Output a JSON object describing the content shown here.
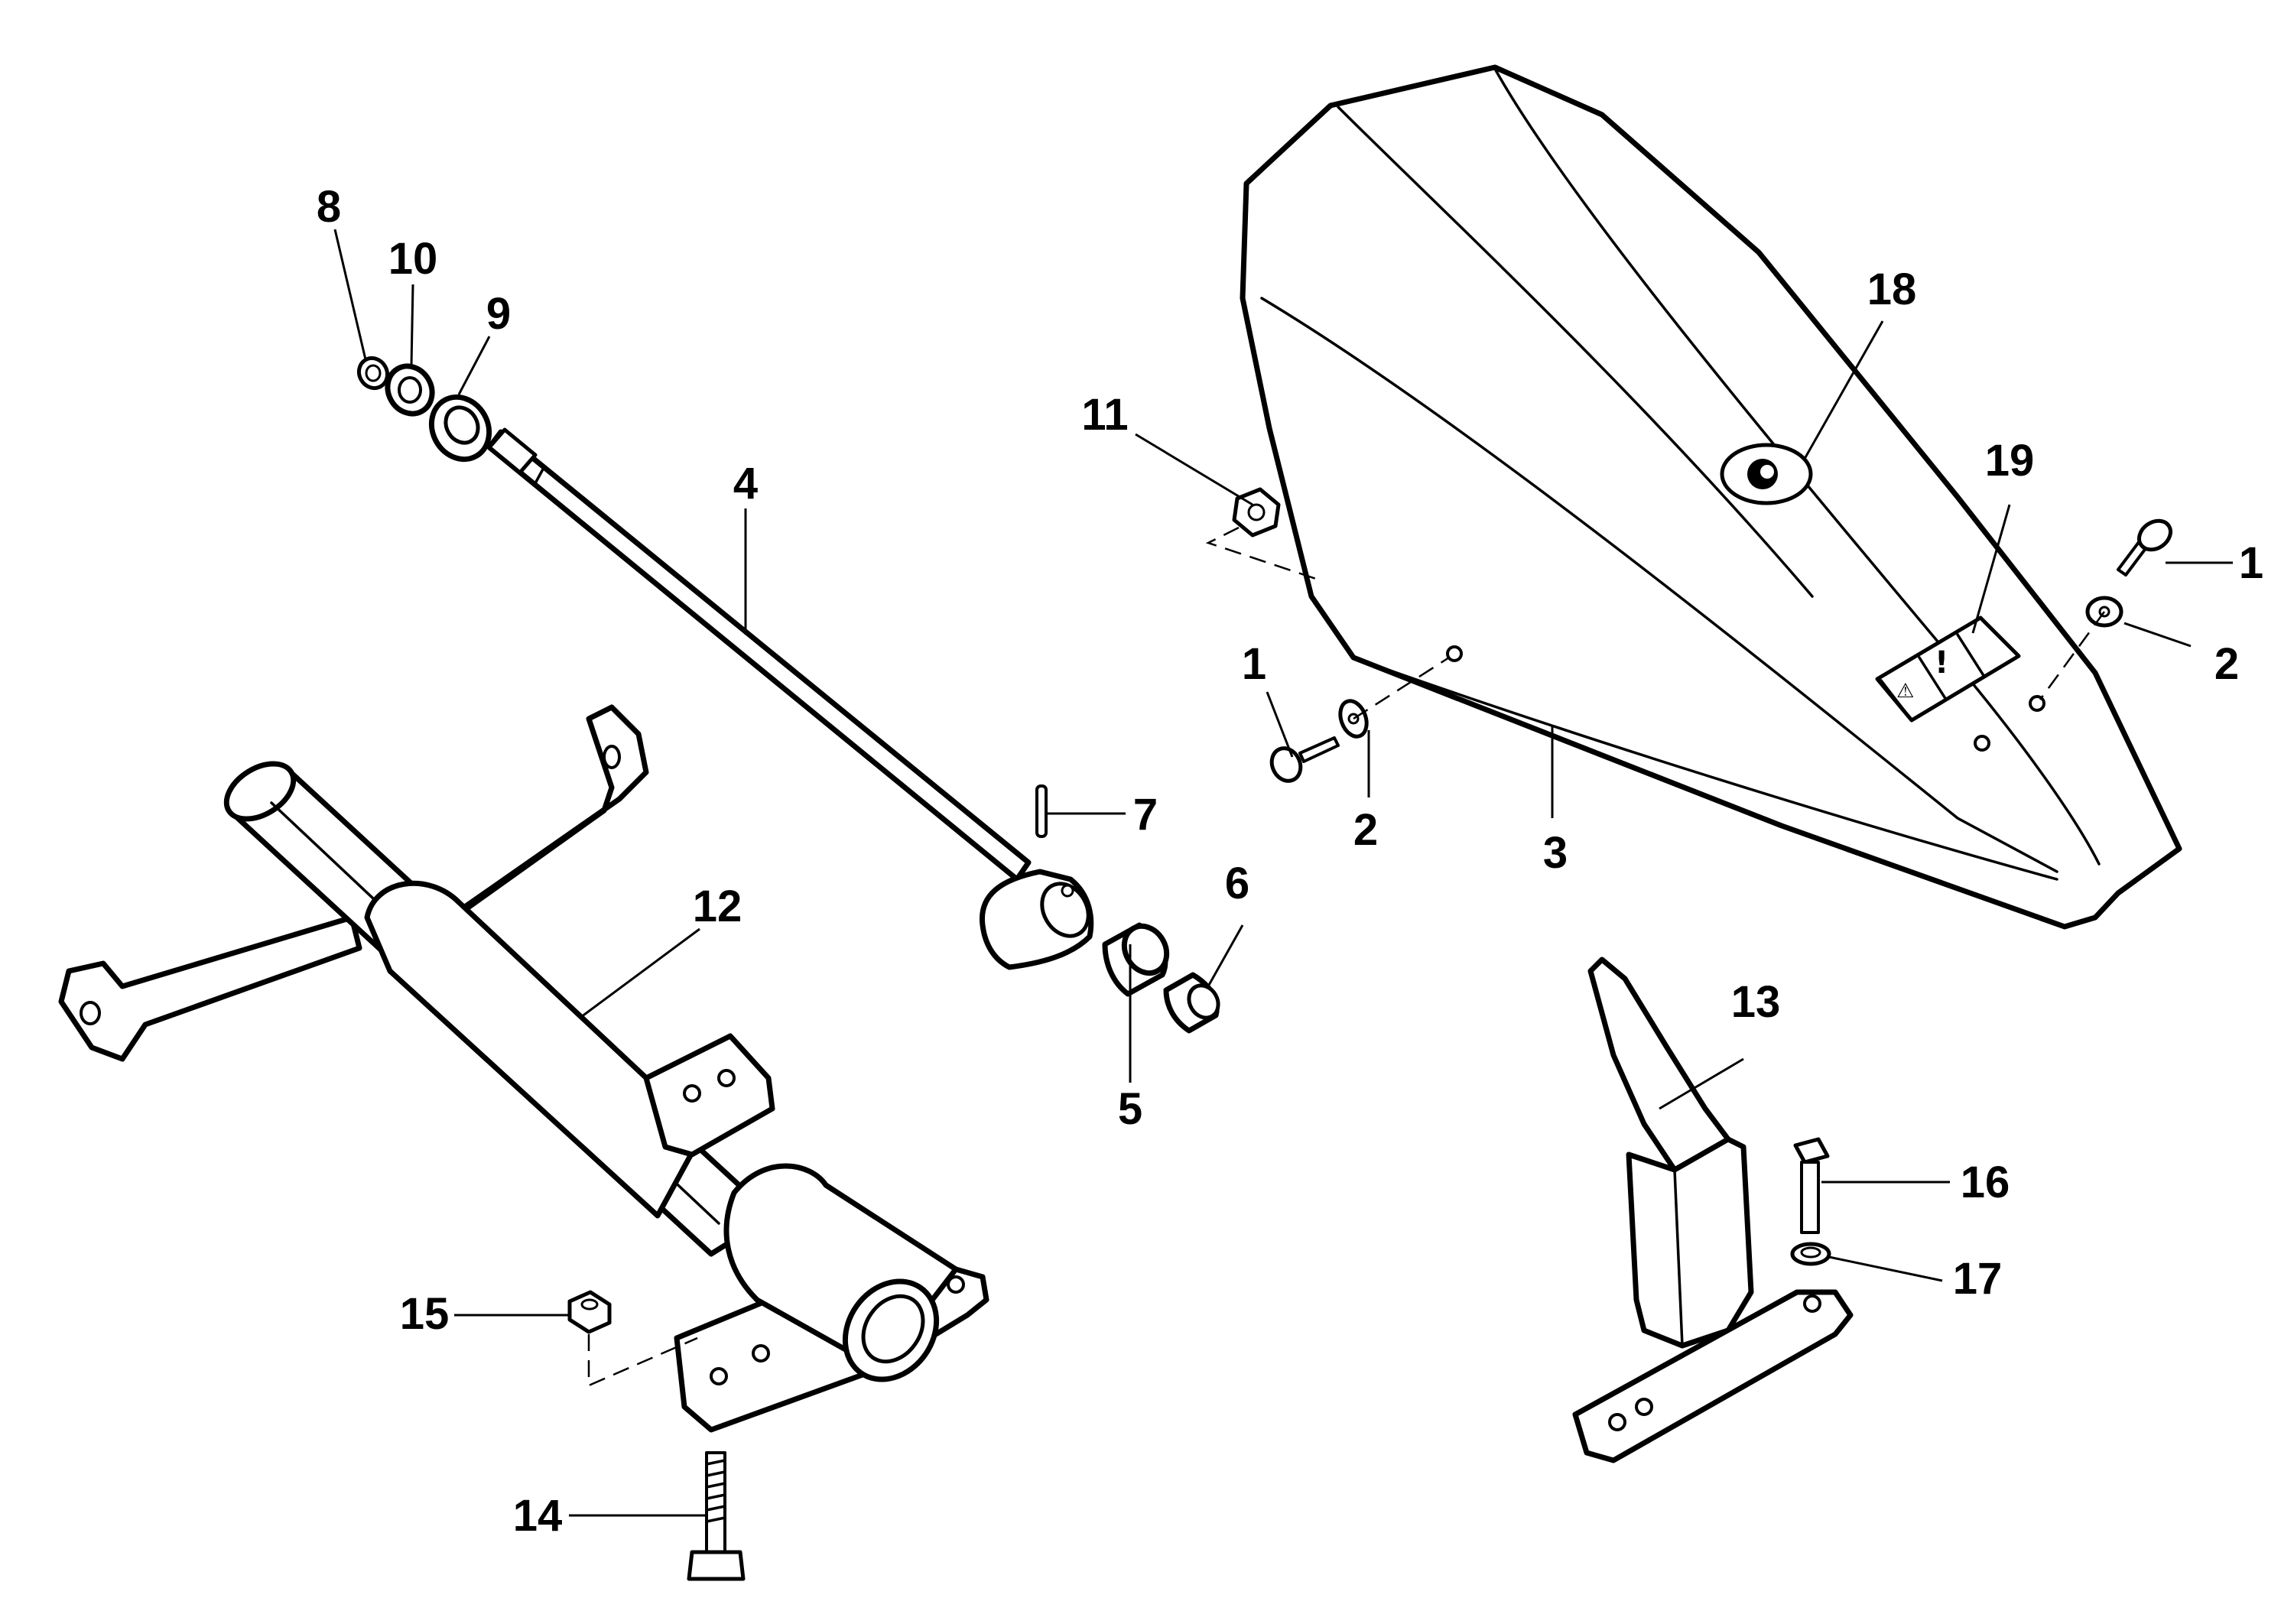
{
  "callouts": {
    "c1a": "1",
    "c1b": "1",
    "c2a": "2",
    "c2b": "2",
    "c3": "3",
    "c4": "4",
    "c5": "5",
    "c6": "6",
    "c7": "7",
    "c8": "8",
    "c9": "9",
    "c10": "10",
    "c11": "11",
    "c12": "12",
    "c13": "13",
    "c14": "14",
    "c15": "15",
    "c16": "16",
    "c17": "17",
    "c18": "18",
    "c19": "19"
  },
  "colors": {
    "line": "#000000",
    "background": "#ffffff"
  }
}
